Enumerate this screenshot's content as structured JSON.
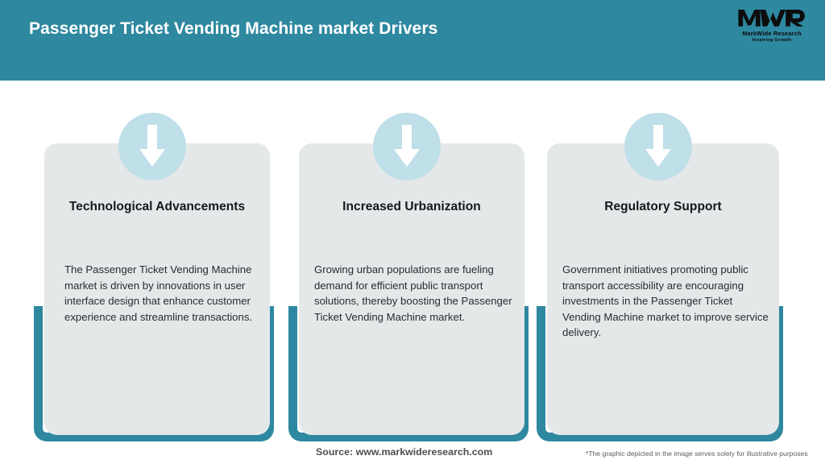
{
  "header": {
    "title": "Passenger Ticket Vending Machine market Drivers",
    "background_color": "#2e88a0",
    "title_color": "#ffffff"
  },
  "logo": {
    "mark_text": "MWR",
    "name": "MarkWide Research",
    "tagline": "Inspiring Growth"
  },
  "theme": {
    "accent_teal": "#2e88a0",
    "badge_blue": "#bfdfe9",
    "panel_grey": "#e4e8e9",
    "arrow_white": "#ffffff",
    "heading_color": "#16171a",
    "body_color": "#2a2b2e"
  },
  "cards": [
    {
      "icon": "down-arrow-icon",
      "heading": "Technological Advancements",
      "body": "The Passenger Ticket Vending Machine market is driven by innovations in user interface design that enhance customer experience and streamline transactions."
    },
    {
      "icon": "down-arrow-icon",
      "heading": "Increased Urbanization",
      "body": "Growing urban populations are fueling demand for efficient public transport solutions, thereby boosting the Passenger Ticket Vending Machine market."
    },
    {
      "icon": "down-arrow-icon",
      "heading": "Regulatory Support",
      "body": "Government initiatives promoting public transport accessibility are encouraging investments in the Passenger Ticket Vending Machine market to improve service delivery."
    }
  ],
  "footer": {
    "source": "Source: www.markwideresearch.com",
    "disclaimer": "*The graphic depicted in the image serves solely for illustrative purposes"
  }
}
